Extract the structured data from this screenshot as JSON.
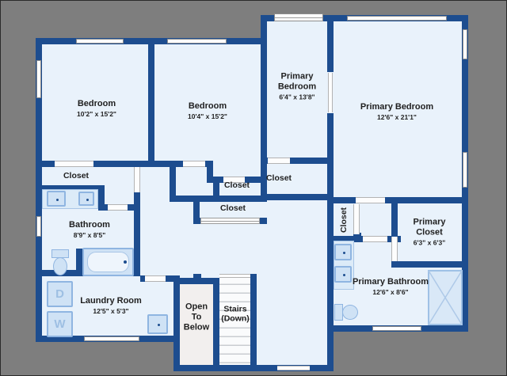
{
  "colors": {
    "wall": "#1d4d8f",
    "floor": "#e9f2fb",
    "background": "#7e7e7e",
    "fixture": "#cfe2f5",
    "fixture_edge": "#8fb5e1"
  },
  "rooms": [
    {
      "id": "bedroom-1",
      "name": "Bedroom",
      "dims": "10'2\" x 15'2\""
    },
    {
      "id": "bedroom-2",
      "name": "Bedroom",
      "dims": "10'4\" x 15'2\""
    },
    {
      "id": "primary-bedroom-small",
      "name": "Primary Bedroom",
      "dims": "6'4\" x 13'8\""
    },
    {
      "id": "primary-bedroom",
      "name": "Primary Bedroom",
      "dims": "12'6\" x 21'1\""
    },
    {
      "id": "bathroom",
      "name": "Bathroom",
      "dims": "8'9\" x 8'5\""
    },
    {
      "id": "primary-closet",
      "name": "Primary Closet",
      "dims": "6'3\" x 6'3\""
    },
    {
      "id": "primary-bathroom",
      "name": "Primary Bathroom",
      "dims": "12'6\" x 8'6\""
    },
    {
      "id": "laundry-room",
      "name": "Laundry Room",
      "dims": "12'5\" x 5'3\""
    },
    {
      "id": "open-to-below",
      "name": "Open To Below",
      "dims": ""
    },
    {
      "id": "stairs",
      "name": "Stairs (Down)",
      "dims": ""
    }
  ],
  "closets": {
    "bedroom1_closet": "Closet",
    "hall_closet_upper": "Closet",
    "hall_closet_lower": "Closet",
    "small_primary_closet": "Closet",
    "vertical_closet": "Closet"
  },
  "appliances": {
    "dryer": "D",
    "washer": "W"
  }
}
